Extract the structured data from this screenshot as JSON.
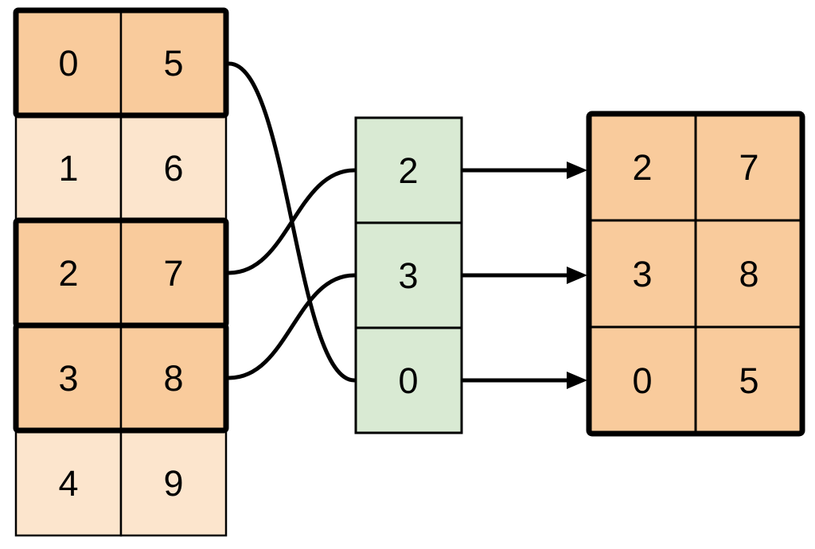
{
  "diagram_type": "array-row-indexing",
  "colors": {
    "row_highlight": "#F9CB9C",
    "row_default": "#FCE5CD",
    "index_fill": "#D9EAD3",
    "stroke": "#000000",
    "background": "#FFFFFF"
  },
  "source_table": {
    "columns": 2,
    "rows": [
      {
        "cells": [
          "0",
          "5"
        ],
        "highlighted": true
      },
      {
        "cells": [
          "1",
          "6"
        ],
        "highlighted": false
      },
      {
        "cells": [
          "2",
          "7"
        ],
        "highlighted": true
      },
      {
        "cells": [
          "3",
          "8"
        ],
        "highlighted": true
      },
      {
        "cells": [
          "4",
          "9"
        ],
        "highlighted": false
      }
    ]
  },
  "index_column": {
    "cells": [
      "2",
      "3",
      "0"
    ]
  },
  "result_table": {
    "columns": 2,
    "rows": [
      {
        "cells": [
          "2",
          "7"
        ]
      },
      {
        "cells": [
          "3",
          "8"
        ]
      },
      {
        "cells": [
          "0",
          "5"
        ]
      }
    ]
  },
  "connections": {
    "source_row_to_index_cell": [
      {
        "source_row": 0,
        "index_cell": 2
      },
      {
        "source_row": 2,
        "index_cell": 0
      },
      {
        "source_row": 3,
        "index_cell": 1
      }
    ],
    "index_cell_to_result_row": [
      {
        "index_cell": 0,
        "result_row": 0
      },
      {
        "index_cell": 1,
        "result_row": 1
      },
      {
        "index_cell": 2,
        "result_row": 2
      }
    ]
  }
}
